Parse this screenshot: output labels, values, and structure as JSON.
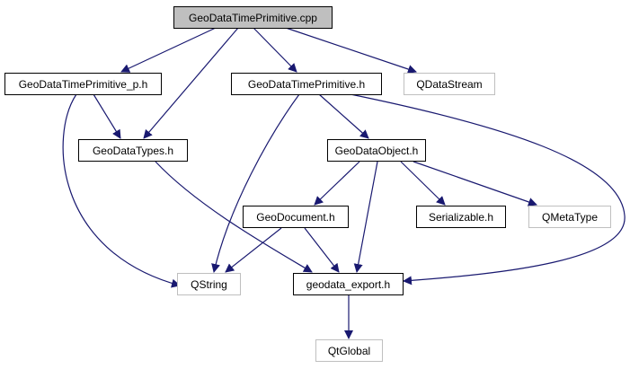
{
  "diagram": {
    "type": "include-dependency-graph",
    "edge_color": "#191970",
    "nodes": [
      {
        "id": "cpp",
        "label": "GeoDataTimePrimitive.cpp",
        "kind": "root"
      },
      {
        "id": "p_h",
        "label": "GeoDataTimePrimitive_p.h",
        "kind": "internal"
      },
      {
        "id": "h",
        "label": "GeoDataTimePrimitive.h",
        "kind": "internal"
      },
      {
        "id": "qdatastream",
        "label": "QDataStream",
        "kind": "external"
      },
      {
        "id": "types",
        "label": "GeoDataTypes.h",
        "kind": "internal"
      },
      {
        "id": "object",
        "label": "GeoDataObject.h",
        "kind": "internal"
      },
      {
        "id": "document",
        "label": "GeoDocument.h",
        "kind": "internal"
      },
      {
        "id": "serializable",
        "label": "Serializable.h",
        "kind": "internal"
      },
      {
        "id": "qmetatype",
        "label": "QMetaType",
        "kind": "external"
      },
      {
        "id": "qstring",
        "label": "QString",
        "kind": "external"
      },
      {
        "id": "export",
        "label": "geodata_export.h",
        "kind": "internal"
      },
      {
        "id": "qtglobal",
        "label": "QtGlobal",
        "kind": "external"
      }
    ],
    "edges": [
      [
        "cpp",
        "p_h"
      ],
      [
        "cpp",
        "types"
      ],
      [
        "cpp",
        "h"
      ],
      [
        "cpp",
        "qdatastream"
      ],
      [
        "p_h",
        "types"
      ],
      [
        "p_h",
        "qstring"
      ],
      [
        "h",
        "qstring"
      ],
      [
        "h",
        "object"
      ],
      [
        "h",
        "export"
      ],
      [
        "types",
        "export"
      ],
      [
        "object",
        "document"
      ],
      [
        "object",
        "export"
      ],
      [
        "object",
        "serializable"
      ],
      [
        "object",
        "qmetatype"
      ],
      [
        "document",
        "qstring"
      ],
      [
        "document",
        "export"
      ],
      [
        "export",
        "qtglobal"
      ]
    ]
  }
}
